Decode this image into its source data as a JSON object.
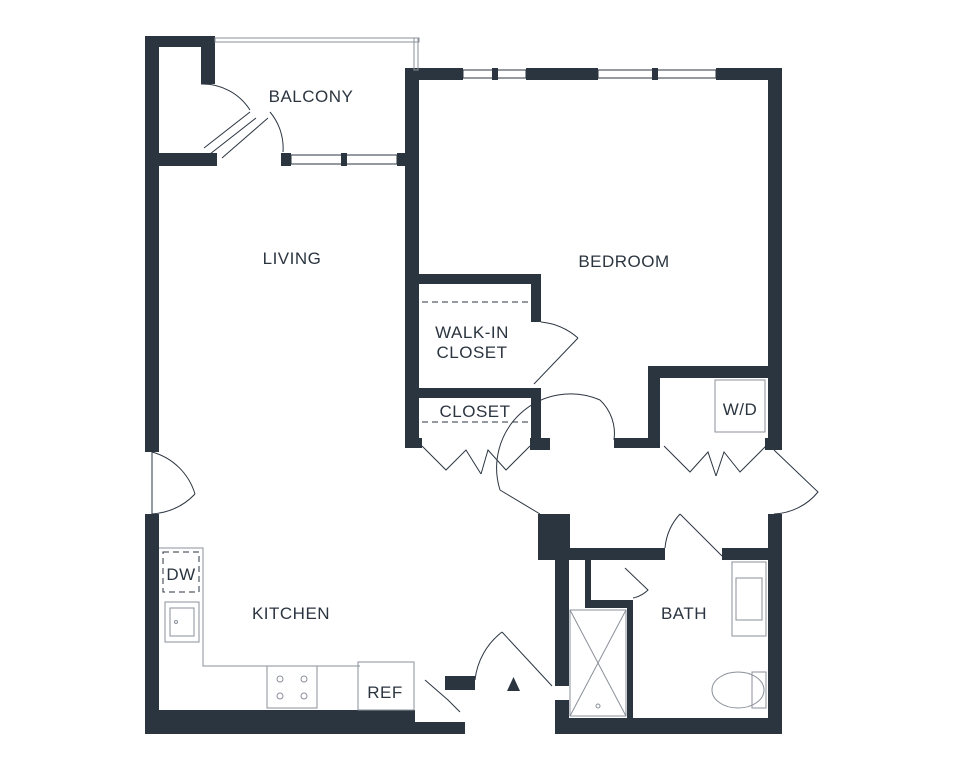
{
  "rooms": {
    "balcony": "BALCONY",
    "living": "LIVING",
    "bedroom": "BEDROOM",
    "walkin_line1": "WALK-IN",
    "walkin_line2": "CLOSET",
    "closet": "CLOSET",
    "wd": "W/D",
    "kitchen": "KITCHEN",
    "bath": "BATH",
    "dw": "DW",
    "ref": "REF"
  },
  "colors": {
    "wall": "#2b3540",
    "background": "#ffffff"
  },
  "icons": {
    "entry": "entry-arrow-triangle"
  }
}
